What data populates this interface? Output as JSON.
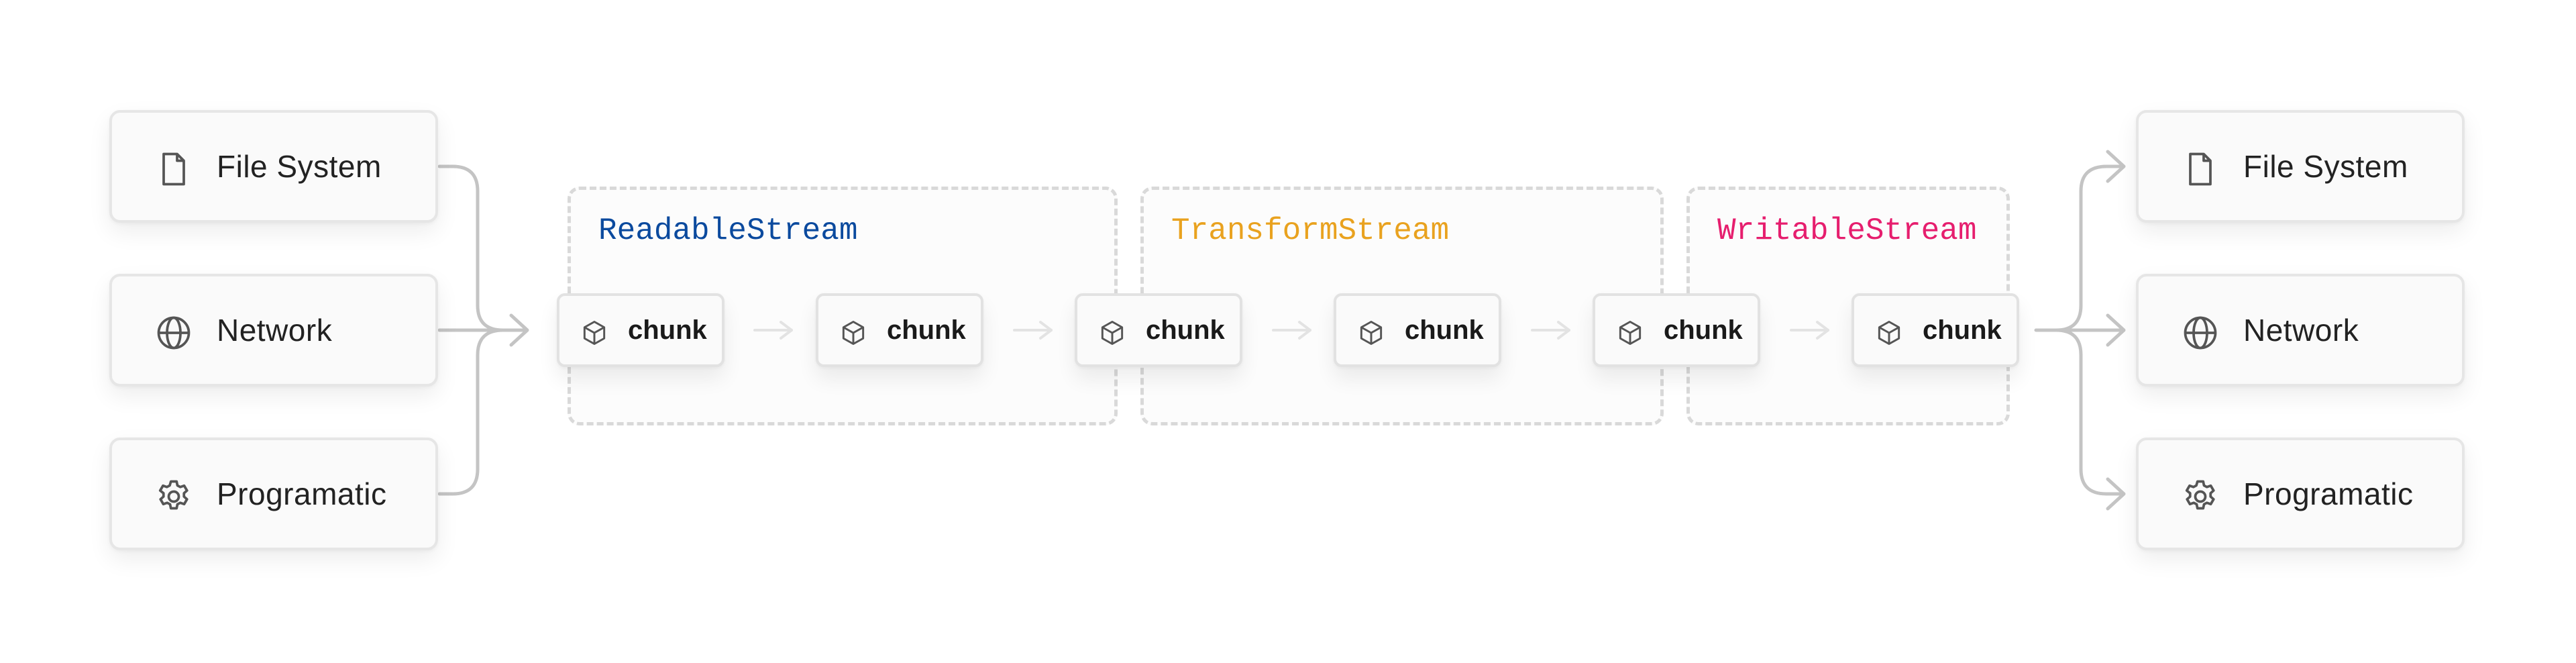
{
  "sources": [
    {
      "label": "File System",
      "icon": "file-icon"
    },
    {
      "label": "Network",
      "icon": "globe-icon"
    },
    {
      "label": "Programatic",
      "icon": "gear-icon"
    }
  ],
  "destinations": [
    {
      "label": "File System",
      "icon": "file-icon"
    },
    {
      "label": "Network",
      "icon": "globe-icon"
    },
    {
      "label": "Programatic",
      "icon": "gear-icon"
    }
  ],
  "streams": [
    {
      "label": "ReadableStream",
      "color": "#0b4a9e"
    },
    {
      "label": "TransformStream",
      "color": "#e9a21f"
    },
    {
      "label": "WritableStream",
      "color": "#e61e6e"
    }
  ],
  "chunks": [
    {
      "label": "chunk",
      "icon": "cube-icon"
    },
    {
      "label": "chunk",
      "icon": "cube-icon"
    },
    {
      "label": "chunk",
      "icon": "cube-icon"
    },
    {
      "label": "chunk",
      "icon": "cube-icon"
    },
    {
      "label": "chunk",
      "icon": "cube-icon"
    },
    {
      "label": "chunk",
      "icon": "cube-icon"
    }
  ],
  "colors": {
    "wire": "#bdbdbd",
    "icon": "#555555"
  }
}
